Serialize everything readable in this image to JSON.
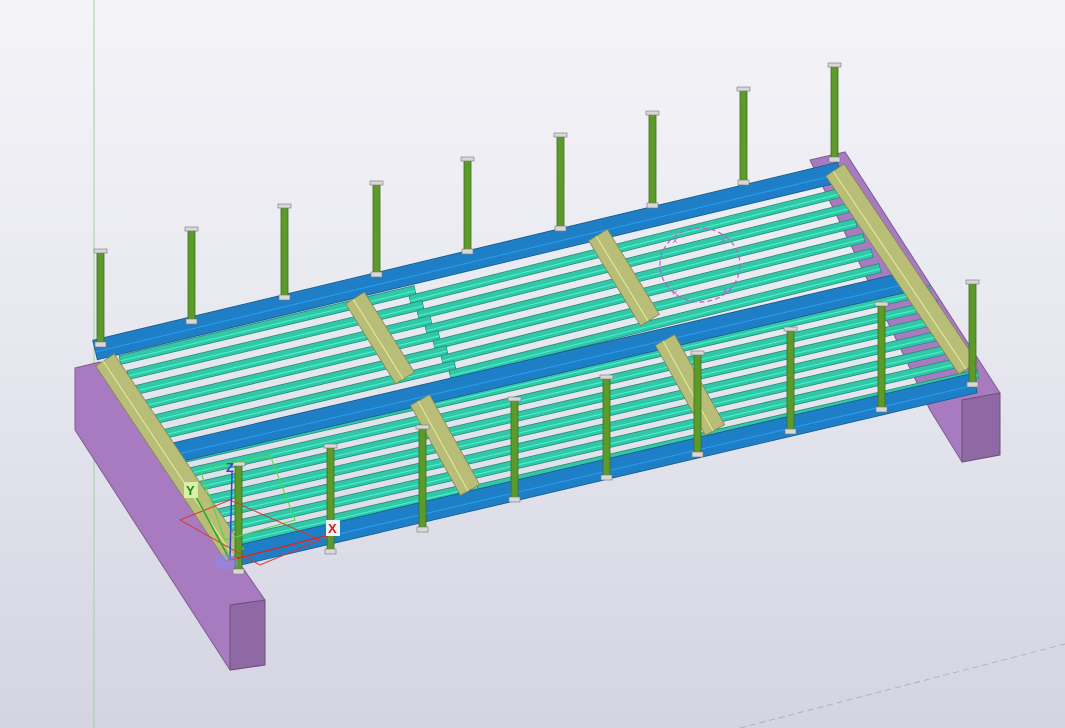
{
  "viewport": {
    "view_type": "3d-isometric"
  },
  "colors": {
    "concrete_support": "#a87bc0",
    "primary_beam": "#1f7fc6",
    "secondary_beam": "#33c7a8",
    "cross_plate": "#b8be78",
    "post": "#5c9a2a",
    "selection_circle": "#cc55cc"
  },
  "axis_gizmo": {
    "x_label": "X",
    "y_label": "Y",
    "z_label": "Z"
  }
}
